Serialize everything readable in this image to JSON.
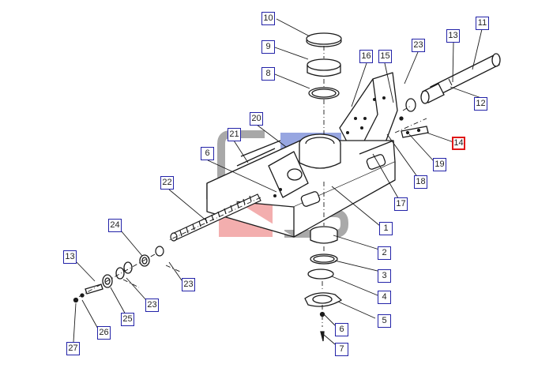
{
  "diagram": {
    "colors": {
      "label_border": "#2323a8",
      "highlight_border": "#e01818",
      "watermark_gray": "#8c8c8c",
      "watermark_blue": "#5b6fcf",
      "watermark_red": "#ef7a7a",
      "line": "#1a1a1a"
    },
    "callouts": [
      {
        "id": "c10",
        "text": "10"
      },
      {
        "id": "c9",
        "text": "9"
      },
      {
        "id": "c8",
        "text": "8"
      },
      {
        "id": "c16",
        "text": "16"
      },
      {
        "id": "c15",
        "text": "15"
      },
      {
        "id": "c23a",
        "text": "23"
      },
      {
        "id": "c13a",
        "text": "13"
      },
      {
        "id": "c11",
        "text": "11"
      },
      {
        "id": "c12",
        "text": "12"
      },
      {
        "id": "c20",
        "text": "20"
      },
      {
        "id": "c21",
        "text": "21"
      },
      {
        "id": "c14",
        "text": "14",
        "highlighted": true
      },
      {
        "id": "c6a",
        "text": "6"
      },
      {
        "id": "c19",
        "text": "19"
      },
      {
        "id": "c18",
        "text": "18"
      },
      {
        "id": "c22",
        "text": "22"
      },
      {
        "id": "c17",
        "text": "17"
      },
      {
        "id": "c1",
        "text": "1"
      },
      {
        "id": "c24",
        "text": "24"
      },
      {
        "id": "c2",
        "text": "2"
      },
      {
        "id": "c13b",
        "text": "13"
      },
      {
        "id": "c23b",
        "text": "23"
      },
      {
        "id": "c3",
        "text": "3"
      },
      {
        "id": "c23c",
        "text": "23"
      },
      {
        "id": "c4",
        "text": "4"
      },
      {
        "id": "c5",
        "text": "5"
      },
      {
        "id": "c25",
        "text": "25"
      },
      {
        "id": "c26",
        "text": "26"
      },
      {
        "id": "c6b",
        "text": "6"
      },
      {
        "id": "c27",
        "text": "27"
      },
      {
        "id": "c7",
        "text": "7"
      }
    ]
  }
}
